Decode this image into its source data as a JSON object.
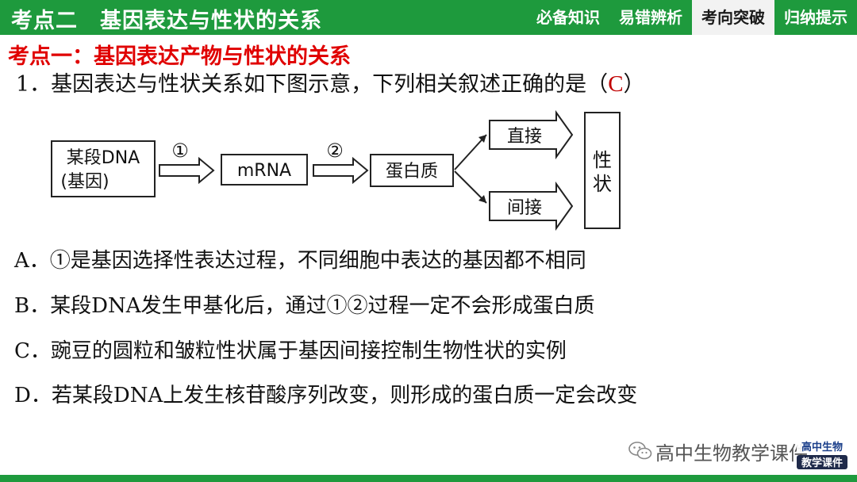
{
  "header": {
    "title_part1": "考点二",
    "title_part2": "基因表达与性状的关系",
    "tabs": [
      {
        "label": "必备知识",
        "active": false
      },
      {
        "label": "易错辨析",
        "active": false
      },
      {
        "label": "考向突破",
        "active": true
      },
      {
        "label": "归纳提示",
        "active": false
      }
    ]
  },
  "section_title": "考点一：基因表达产物与性状的关系",
  "question": {
    "stem": "1．基因表达与性状关系如下图示意，下列相关叙述正确的是（",
    "answer": "C",
    "stem_end": "）"
  },
  "diagram": {
    "gene_box_line1": "某段DNA",
    "gene_box_line2": "(基因)",
    "step1": "①",
    "mrna": "mRNA",
    "step2": "②",
    "protein": "蛋白质",
    "direct": "直接",
    "indirect": "间接",
    "trait_line1": "性",
    "trait_line2": "状"
  },
  "options": [
    "A．①是基因选择性表达过程，不同细胞中表达的基因都不相同",
    "B．某段DNA发生甲基化后，通过①②过程一定不会形成蛋白质",
    "C．豌豆的圆粒和皱粒性状属于基因间接控制生物性状的实例",
    "D．若某段DNA上发生核苷酸序列改变，则形成的蛋白质一定会改变"
  ],
  "watermark": {
    "text": "高中生物教学课件",
    "logo_line1": "高中生物",
    "logo_line2": "教学课件",
    "icon": "wechat-icon"
  },
  "colors": {
    "brand_green": "#1e9a3d",
    "section_red": "#e00000",
    "answer_red": "#c00000"
  }
}
